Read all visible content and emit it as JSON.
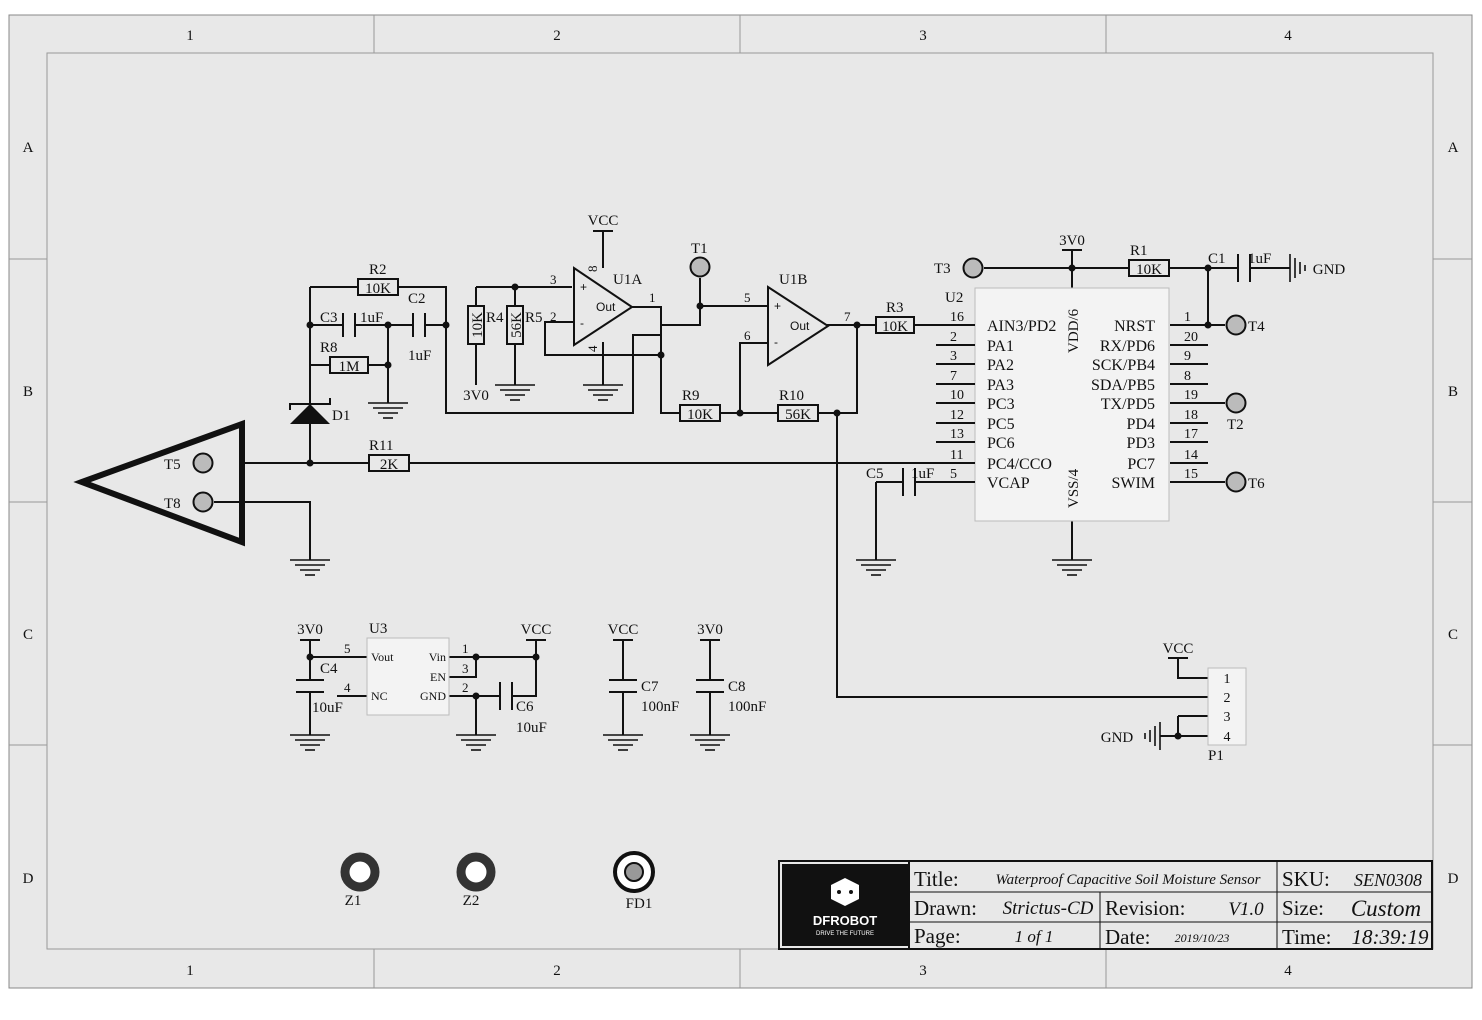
{
  "frame": {
    "col_labels": [
      "1",
      "2",
      "3",
      "4"
    ],
    "row_labels": [
      "A",
      "B",
      "C",
      "D"
    ]
  },
  "opamps": {
    "u1a": {
      "ref": "U1A",
      "out": "Out",
      "plus": "+",
      "minus": "-"
    },
    "u1b": {
      "ref": "U1B",
      "out": "Out",
      "plus": "+",
      "minus": "-"
    }
  },
  "components": {
    "r2": {
      "ref": "R2",
      "value": "10K"
    },
    "r8": {
      "ref": "R8",
      "value": "1M"
    },
    "r4": {
      "ref": "R4",
      "value": "10K"
    },
    "r5": {
      "ref": "R5",
      "value": "56K"
    },
    "r9": {
      "ref": "R9",
      "value": "10K"
    },
    "r10": {
      "ref": "R10",
      "value": "56K"
    },
    "r3": {
      "ref": "R3",
      "value": "10K"
    },
    "r1": {
      "ref": "R1",
      "value": "10K"
    },
    "r11": {
      "ref": "R11",
      "value": "2K"
    },
    "c1": {
      "ref": "C1",
      "value": "1uF"
    },
    "c2": {
      "ref": "C2",
      "value": "1uF"
    },
    "c3": {
      "ref": "C3",
      "value": "1uF"
    },
    "c4": {
      "ref": "C4",
      "value": "10uF"
    },
    "c5": {
      "ref": "C5",
      "value": "1uF"
    },
    "c6": {
      "ref": "C6",
      "value": "10uF"
    },
    "c7": {
      "ref": "C7",
      "value": "100nF"
    },
    "c8": {
      "ref": "C8",
      "value": "100nF"
    },
    "d1": {
      "ref": "D1"
    }
  },
  "testpoints": [
    "T1",
    "T2",
    "T3",
    "T4",
    "T5",
    "T6",
    "T8"
  ],
  "nets": {
    "vcc": "VCC",
    "v3": "3V0",
    "gnd": "GND"
  },
  "u2": {
    "ref": "U2",
    "left_pins": [
      {
        "num": "16",
        "name": "AIN3/PD2"
      },
      {
        "num": "2",
        "name": "PA1"
      },
      {
        "num": "3",
        "name": "PA2"
      },
      {
        "num": "7",
        "name": "PA3"
      },
      {
        "num": "10",
        "name": "PC3"
      },
      {
        "num": "12",
        "name": "PC5"
      },
      {
        "num": "13",
        "name": "PC6"
      },
      {
        "num": "11",
        "name": "PC4/CCO"
      },
      {
        "num": "5",
        "name": "VCAP"
      }
    ],
    "right_pins": [
      {
        "num": "1",
        "name": "NRST"
      },
      {
        "num": "20",
        "name": "RX/PD6"
      },
      {
        "num": "9",
        "name": "SCK/PB4"
      },
      {
        "num": "8",
        "name": "SDA/PB5"
      },
      {
        "num": "19",
        "name": "TX/PD5"
      },
      {
        "num": "18",
        "name": "PD4"
      },
      {
        "num": "17",
        "name": "PD3"
      },
      {
        "num": "14",
        "name": "PC7"
      },
      {
        "num": "15",
        "name": "SWIM"
      }
    ],
    "top_pin": "VDD/6",
    "bottom_pin": "VSS/4"
  },
  "u3": {
    "ref": "U3",
    "pins": [
      {
        "num": "5",
        "name": "Vout"
      },
      {
        "num": "4",
        "name": "NC"
      },
      {
        "num": "1",
        "name": "Vin"
      },
      {
        "num": "3",
        "name": "EN"
      },
      {
        "num": "2",
        "name": "GND"
      }
    ]
  },
  "p1": {
    "ref": "P1",
    "pins": [
      "1",
      "2",
      "3",
      "4"
    ]
  },
  "holes": [
    "Z1",
    "Z2",
    "FD1"
  ],
  "titleblock": {
    "title_label": "Title:",
    "title": "Waterproof Capacitive Soil Moisture Sensor",
    "sku_label": "SKU:",
    "sku": "SEN0308",
    "drawn_label": "Drawn:",
    "drawn": "Strictus-CD",
    "revision_label": "Revision:",
    "revision": "V1.0",
    "size_label": "Size:",
    "size": "Custom",
    "page_label": "Page:",
    "page": "1 of 1",
    "date_label": "Date:",
    "date": "2019/10/23",
    "time_label": "Time:",
    "time": "18:39:19",
    "logo": "DFROBOT",
    "tagline": "DRIVE THE FUTURE"
  }
}
